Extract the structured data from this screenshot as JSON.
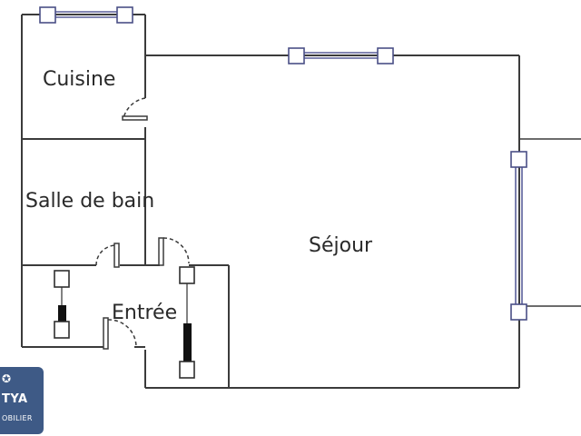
{
  "rooms": {
    "kitchen": "Cuisine",
    "bathroom": "Salle de bain",
    "living": "Séjour",
    "entry": "Entrée"
  },
  "logo": {
    "mark": "✪",
    "name": "TYA",
    "sub": "OBILIER"
  },
  "colors": {
    "wall": "#3b3b3b",
    "window": "#5a5f9a",
    "logo_bg": "#3e5a86"
  }
}
